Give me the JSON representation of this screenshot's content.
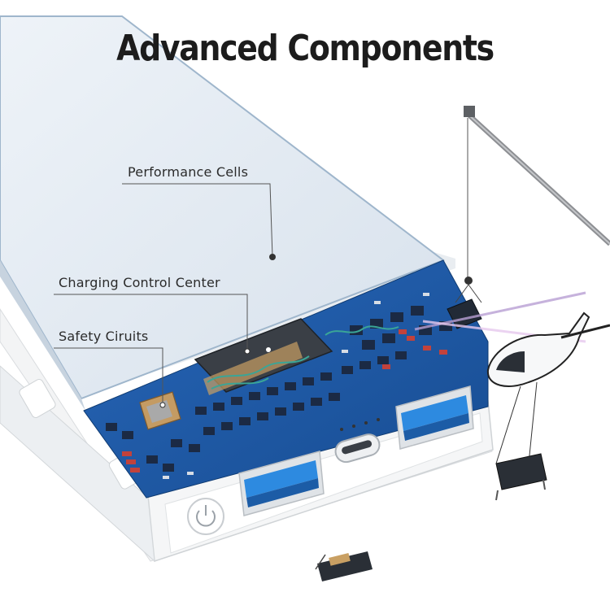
{
  "headline": "Advanced Components",
  "callouts": {
    "performance_cells": "Performance Cells",
    "charging_control_center": "Charging Control Center",
    "safety_circuits": "Safety Ciruits"
  },
  "colors": {
    "background": "#ffffff",
    "shell": "#f2f4f6",
    "top_panel": "#dfe7ef",
    "pcb": "#1d5aa6",
    "usb_port": "#2d8ae0",
    "text": "#1c1c1c"
  },
  "icons": [
    "power-icon",
    "usb-c-port-icon",
    "usb-a-port-icon",
    "helicopter-icon",
    "crane-icon",
    "micro-chip-icon"
  ]
}
